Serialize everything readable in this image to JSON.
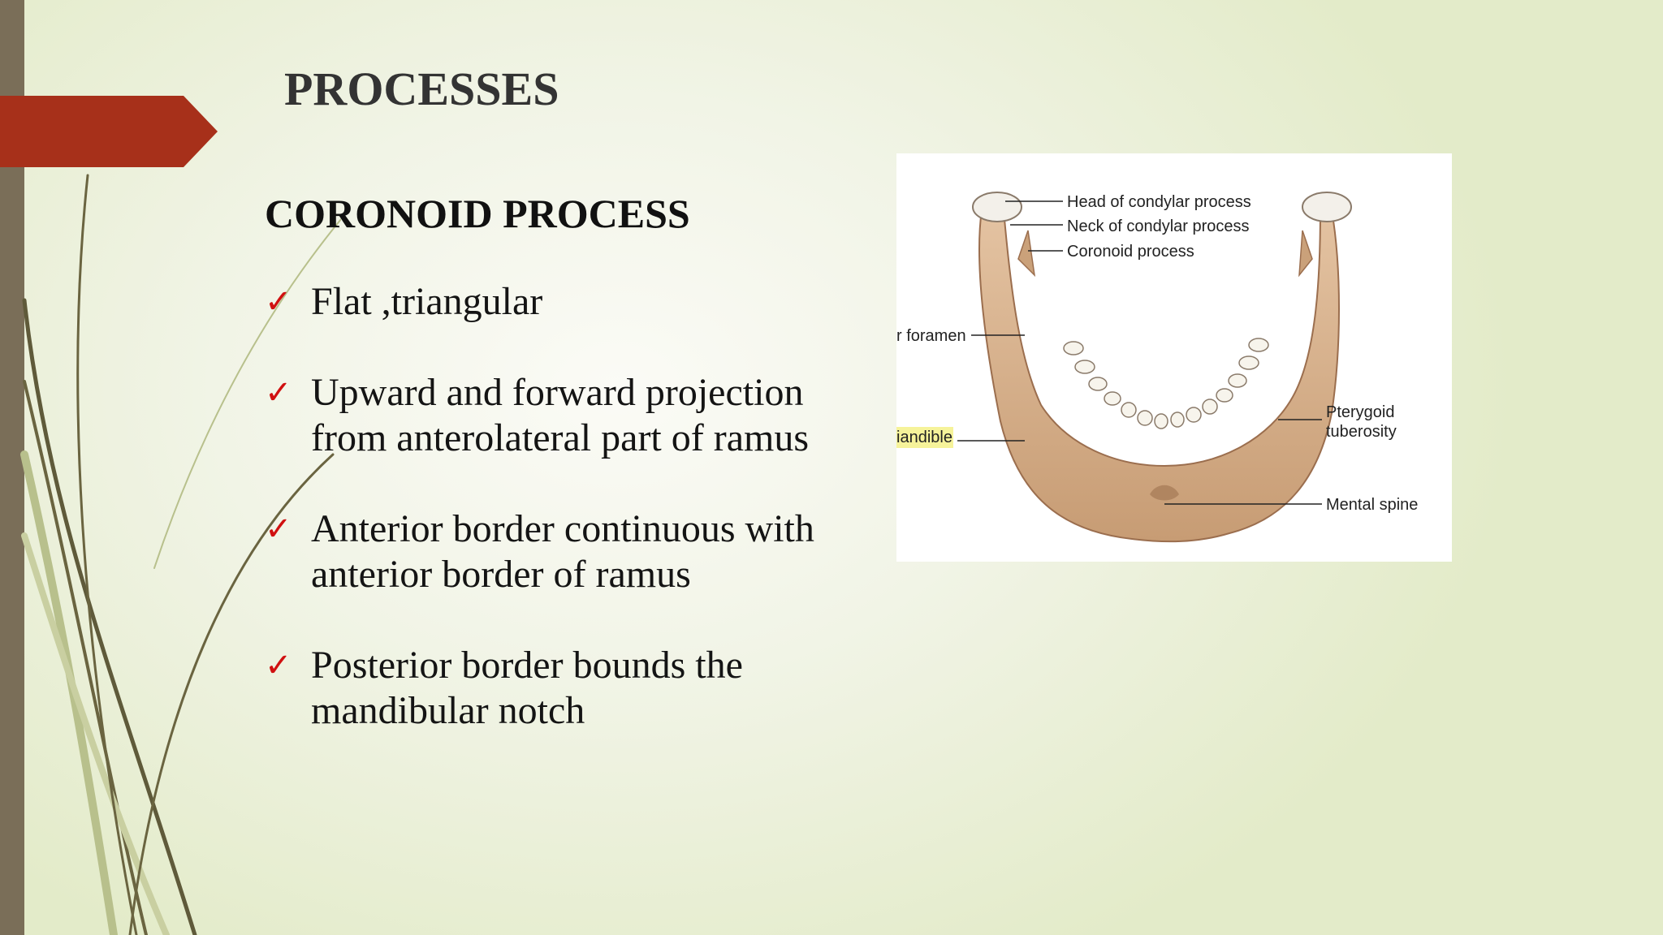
{
  "slide": {
    "title": "PROCESSES",
    "subtitle": "CORONOID PROCESS",
    "bullet_icon": "checkmark-icon",
    "bullets": [
      {
        "lines": [
          "Flat ,triangular"
        ]
      },
      {
        "lines": [
          "Upward and forward projection",
          "from anterolateral part of ramus"
        ]
      },
      {
        "lines": [
          "Anterior border continuous with",
          "anterior border of ramus"
        ]
      },
      {
        "lines": [
          "Posterior border bounds the",
          "mandibular notch"
        ]
      }
    ]
  },
  "figure": {
    "labels": {
      "head": "Head of condylar process",
      "neck": "Neck of condylar process",
      "coronoid": "Coronoid process",
      "foramen": "r foramen",
      "mandible": "iandible",
      "pterygoid_1": "Pterygoid",
      "pterygoid_2": "tuberosity",
      "mental": "Mental spine"
    }
  },
  "colors": {
    "accent": "#a7301a",
    "check": "#d01010",
    "band": "#7a6e58",
    "bone": "#d6ad88",
    "highlight": "#f6f39a"
  }
}
